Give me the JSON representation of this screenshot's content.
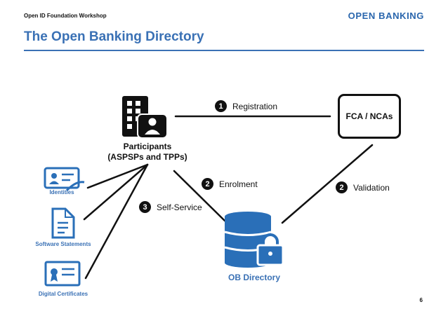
{
  "header": {
    "workshop": "Open ID Foundation Workshop",
    "brand": "OPEN BANKING"
  },
  "title": "The Open Banking Directory",
  "participants": {
    "line1": "Participants",
    "line2": "(ASPSPs and TPPs)"
  },
  "fca_box": "FCA / NCAs",
  "ob_directory": "OB Directory",
  "flows": {
    "registration": {
      "num": "1",
      "label": "Registration"
    },
    "enrolment": {
      "num": "2",
      "label": "Enrolment"
    },
    "validation": {
      "num": "2",
      "label": "Validation"
    },
    "self_service": {
      "num": "3",
      "label": "Self-Service"
    }
  },
  "assets": {
    "identities": "Identities",
    "software_statements": "Software Statements",
    "digital_certificates": "Digital Certificates"
  },
  "icons": {
    "participants": "building-person-icon",
    "directory": "database-lock-icon",
    "identities": "id-card-icon",
    "software_statements": "document-icon",
    "digital_certificates": "certificate-icon"
  },
  "colors": {
    "accent": "#3a71b5",
    "brand": "#2a66ad",
    "ink": "#111111",
    "icon_blue": "#2a6fb8"
  },
  "page_number": "6"
}
